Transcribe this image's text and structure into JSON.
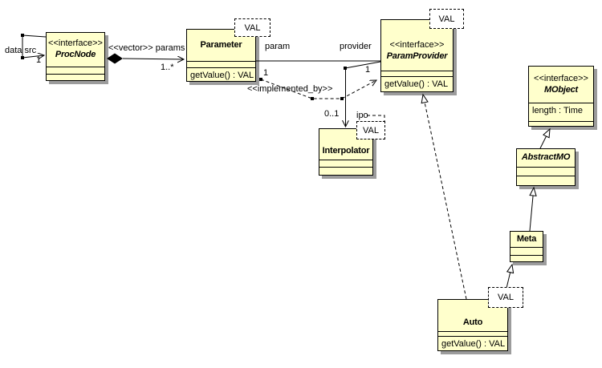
{
  "colors": {
    "box_fill": "#ffffcc",
    "box_border": "#000000",
    "box_shadow": "#9c9c9c",
    "line": "#000000",
    "background": "#ffffff"
  },
  "classes": {
    "procnode": {
      "stereotype": "<<interface>>",
      "name": "ProcNode"
    },
    "parameter": {
      "name": "Parameter",
      "operation": "getValue() : VAL",
      "template": "VAL"
    },
    "paramprovider": {
      "stereotype": "<<interface>>",
      "name": "ParamProvider",
      "operation": "getValue() : VAL",
      "template": "VAL"
    },
    "interpolator": {
      "name": "Interpolator",
      "template": "VAL"
    },
    "mobject": {
      "stereotype": "<<interface>>",
      "name": "MObject",
      "attribute": "length : Time"
    },
    "abstractmo": {
      "name": "AbstractMO"
    },
    "meta": {
      "name": "Meta"
    },
    "auto": {
      "name": "Auto",
      "operation": "getValue() : VAL",
      "template": "VAL"
    }
  },
  "edge_labels": {
    "data_src": "data src",
    "data_src_mult": "1",
    "vector_params": "<<vector>> params",
    "params_mult": "1..*",
    "param": "param",
    "provider": "provider",
    "implemented_by": "<<implemented_by>>",
    "impl_src_mult": "1",
    "impl_dst_mult": "1",
    "ipo_mult": "0..1",
    "ipo_role": "ipo"
  }
}
